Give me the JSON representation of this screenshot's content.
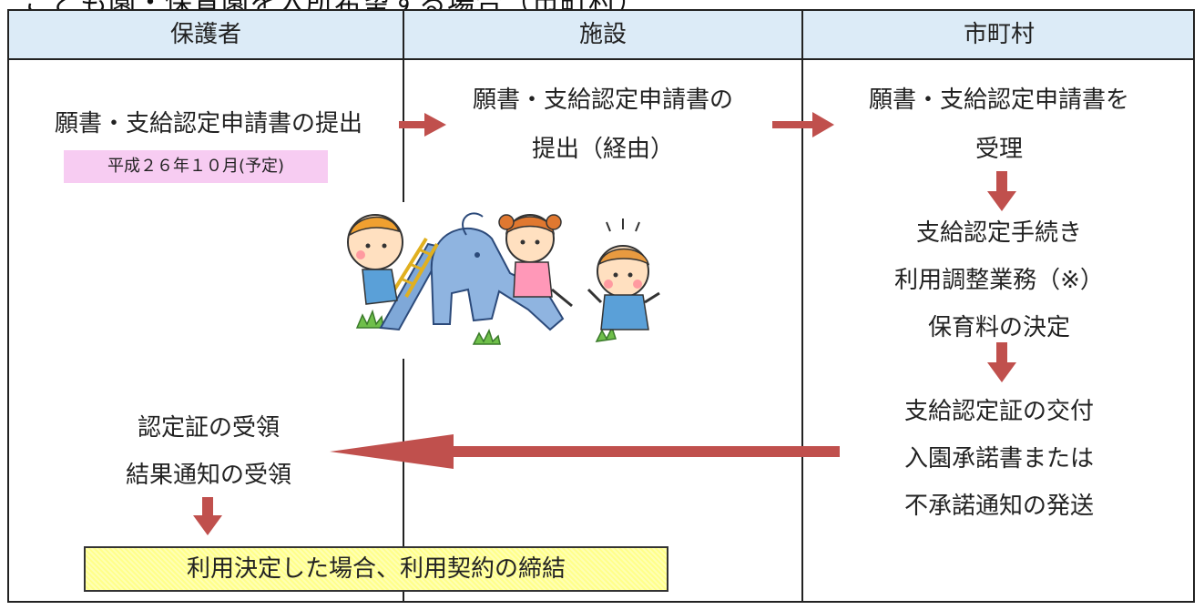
{
  "clipped_title": "こども園・保育園を入所希望する場合（市町村）",
  "headers": [
    "保護者",
    "施設",
    "市町村"
  ],
  "guardian": {
    "submit": "願書・支給認定申請書の提出",
    "date_note": "平成２６年１０月(予定)",
    "receipt1": "認定証の受領",
    "receipt2": "結果通知の受領"
  },
  "facility": {
    "line1": "願書・支給認定申請書の",
    "line2": "提出（経由）"
  },
  "municipality": {
    "receive1": "願書・支給認定申請書を",
    "receive2": "受理",
    "proc1": "支給認定手続き",
    "proc2": "利用調整業務（※）",
    "proc3": "保育料の決定",
    "issue1": "支給認定証の交付",
    "issue2": "入園承諾書または",
    "issue3": "不承諾通知の発送"
  },
  "contract": "利用決定した場合、利用契約の締結",
  "illustration": "children-playing-on-elephant-slide",
  "colors": {
    "header_bg": "#dcebf7",
    "arrow": "#c0504d",
    "date_bg": "#f7ccf2",
    "contract_bg": "#ffff8a"
  }
}
